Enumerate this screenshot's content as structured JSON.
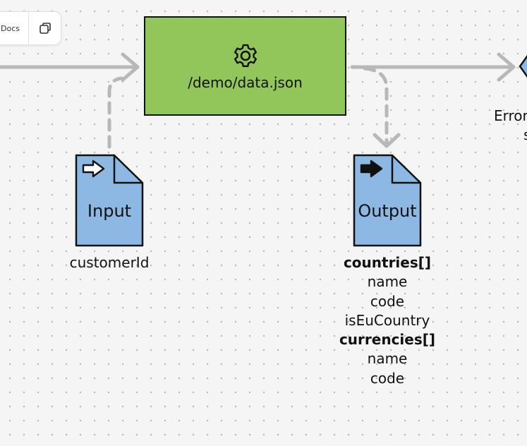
{
  "toolbar": {
    "docs_label": "Docs",
    "copy_icon": "copy-icon"
  },
  "process": {
    "label": "/demo/data.json",
    "icon": "gear-icon",
    "fill": "#92c65a"
  },
  "input_doc": {
    "title": "Input",
    "icon": "outline-arrow-icon",
    "fill": "#8db8e3",
    "fields": [
      "customerId"
    ]
  },
  "output_doc": {
    "title": "Output",
    "icon": "solid-arrow-icon",
    "fill": "#8db8e3",
    "fields": [
      {
        "text": "countries[]",
        "bold": true
      },
      {
        "text": "name",
        "bold": false
      },
      {
        "text": "code",
        "bold": false
      },
      {
        "text": "isEuCountry",
        "bold": false
      },
      {
        "text": "currencies[]",
        "bold": true
      },
      {
        "text": "name",
        "bold": false
      },
      {
        "text": "code",
        "bold": false
      }
    ]
  },
  "error_node": {
    "label_line1": "Error",
    "label_line2": "s"
  },
  "colors": {
    "connector": "#b8b8b8",
    "stroke": "#111111"
  }
}
